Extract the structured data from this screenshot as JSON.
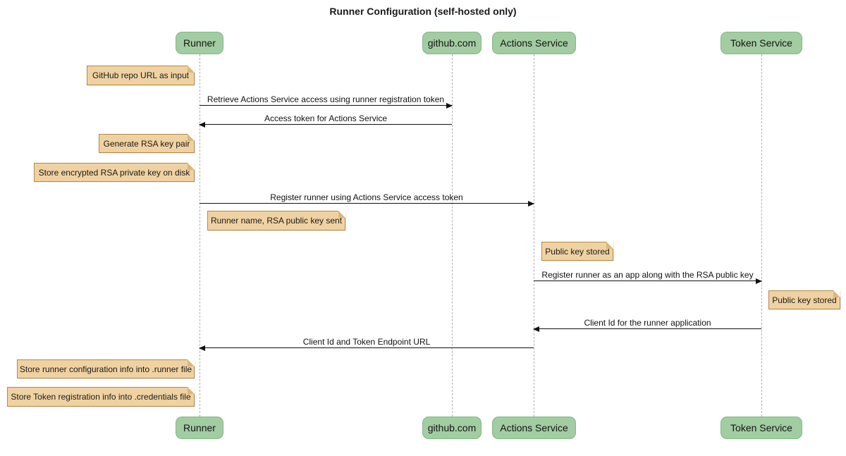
{
  "title": "Runner Configuration (self-hosted only)",
  "participants": [
    {
      "name": "Runner"
    },
    {
      "name": "github.com"
    },
    {
      "name": "Actions Service"
    },
    {
      "name": "Token Service"
    }
  ],
  "messages": [
    {
      "from": "Runner",
      "to": "github.com",
      "direction": "right",
      "label": "Retrieve Actions Service access using runner registration token"
    },
    {
      "from": "github.com",
      "to": "Runner",
      "direction": "left",
      "label": "Access token for Actions Service"
    },
    {
      "from": "Runner",
      "to": "Actions Service",
      "direction": "right",
      "label": "Register runner using Actions Service access token"
    },
    {
      "from": "Actions Service",
      "to": "Token Service",
      "direction": "right",
      "label": "Register runner as an app along with the RSA public key"
    },
    {
      "from": "Token Service",
      "to": "Actions Service",
      "direction": "left",
      "label": "Client Id for the runner application"
    },
    {
      "from": "Actions Service",
      "to": "Runner",
      "direction": "left",
      "label": "Client Id and Token Endpoint URL"
    }
  ],
  "notes": [
    {
      "anchor": "Runner",
      "side": "left",
      "text": "GitHub repo URL as input"
    },
    {
      "anchor": "Runner",
      "side": "left",
      "text": "Generate RSA key pair"
    },
    {
      "anchor": "Runner",
      "side": "left",
      "text": "Store encrypted RSA private key on disk"
    },
    {
      "anchor": "Runner",
      "side": "right",
      "text": "Runner name, RSA public key sent"
    },
    {
      "anchor": "Actions Service",
      "side": "right",
      "text": "Public key stored"
    },
    {
      "anchor": "Token Service",
      "side": "right",
      "text": "Public key stored"
    },
    {
      "anchor": "Runner",
      "side": "left",
      "text": "Store runner configuration info into .runner file"
    },
    {
      "anchor": "Runner",
      "side": "left",
      "text": "Store Token registration info into .credentials file"
    }
  ],
  "colors": {
    "participant_fill": "#a2cca2",
    "participant_border": "#86b786",
    "note_fill": "#f0d2a2",
    "note_border": "#b28a4a",
    "lifeline": "#b0b0b0",
    "arrow": "#111111",
    "background": "#ffffff"
  }
}
